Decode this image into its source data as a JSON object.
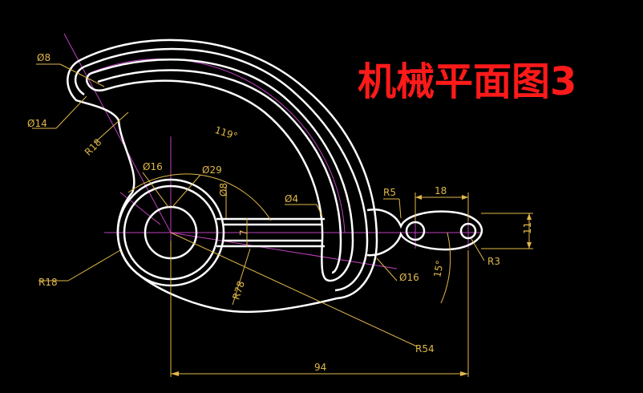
{
  "title": "机械平面图3",
  "colors": {
    "background": "#000000",
    "outline": "#ffffff",
    "centerline": "#c040c0",
    "dimension": "#e0b74a",
    "title": "#ff1a1a"
  },
  "labels": {
    "d8_top": "Ø8",
    "d14": "Ø14",
    "r18_top": "R18",
    "angle119": "119°",
    "d16_left": "Ø16",
    "d29": "Ø29",
    "d8_vert": "Ø8",
    "d4": "Ø4",
    "seven": "7",
    "r18_left": "R18",
    "r78": "R78",
    "r5": "R5",
    "eighteen": "18",
    "eleven": "11",
    "r3": "R3",
    "d16_right": "Ø16",
    "angle15": "15°",
    "r54": "R54",
    "ninety_four": "94"
  }
}
